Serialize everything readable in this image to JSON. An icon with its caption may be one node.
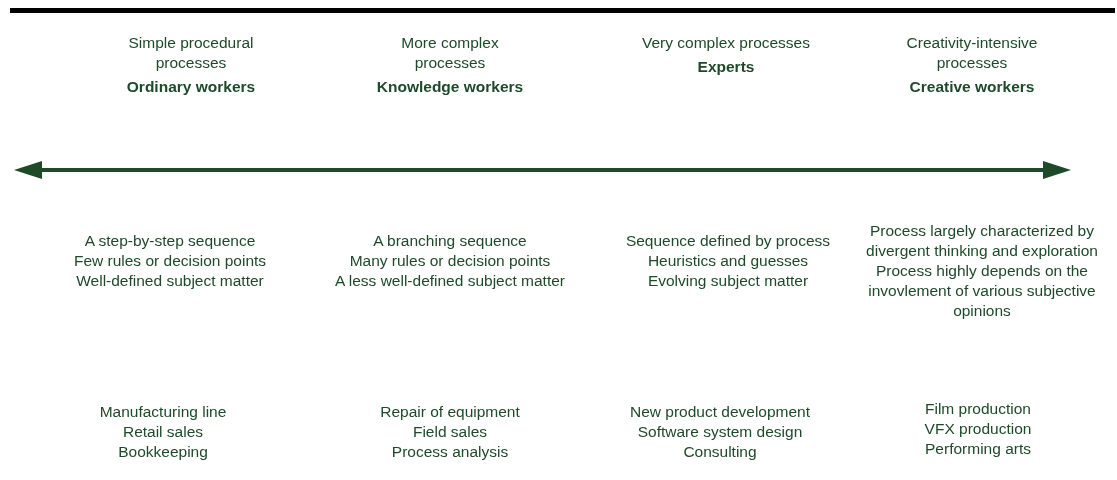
{
  "diagram": {
    "labels": [
      "Simple procedural processes",
      "Ordinary workers",
      "More complex processes",
      "Knowledge workers",
      "Very complex processes",
      "Experts",
      "Creativity-intensive processes",
      "Creative workers",
      "A step-by-step sequence",
      "Few rules or decision points",
      "Well-defined subject matter",
      "A branching sequence",
      "Many rules or decision points",
      "A less well-defined subject matter",
      "Sequence defined by process",
      "Heuristics and guesses",
      "Evolving subject matter",
      "Process largely characterized by divergent thinking and exploration",
      "Process highly depends on the invovlement of various subjective opinions",
      "Manufacturing line",
      "Retail sales",
      "Bookkeeping",
      "Repair of equipment",
      "Field sales",
      "Process analysis",
      "New product development",
      "Software system design",
      "Consulting",
      "Film production",
      "VFX production",
      "Performing arts"
    ]
  }
}
